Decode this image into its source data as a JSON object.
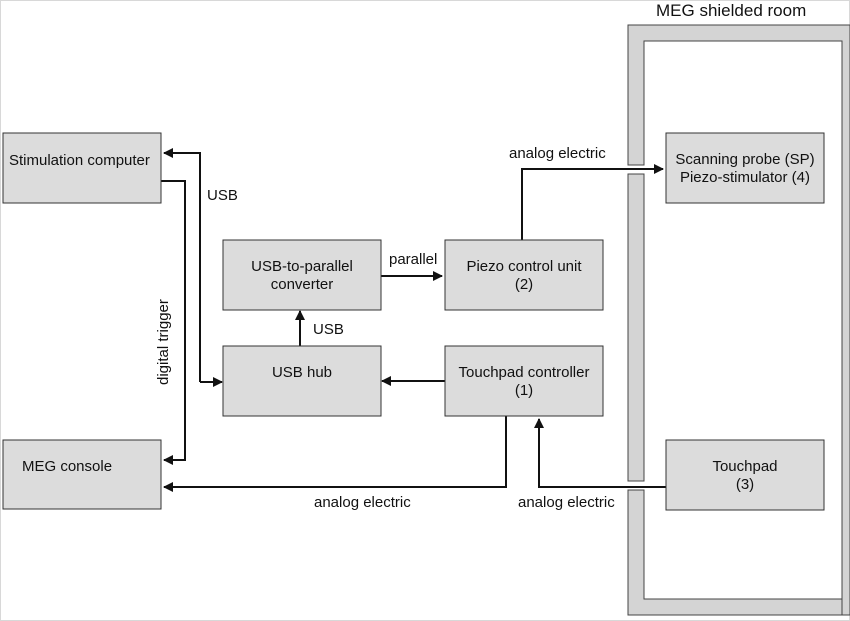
{
  "room": {
    "title": "MEG shielded room"
  },
  "boxes": {
    "stimulation_computer": [
      "Stimulation computer"
    ],
    "meg_console": [
      "MEG console"
    ],
    "usb_parallel_converter": [
      "USB-to-parallel",
      "converter"
    ],
    "usb_hub": [
      "USB hub"
    ],
    "piezo_control_unit": [
      "Piezo control unit",
      "(2)"
    ],
    "touchpad_controller": [
      "Touchpad controller",
      "(1)"
    ],
    "scanning_probe": [
      "Scanning probe (SP)",
      "Piezo-stimulator (4)"
    ],
    "touchpad": [
      "Touchpad",
      "(3)"
    ]
  },
  "labels": {
    "usb_top": "USB",
    "usb_mid": "USB",
    "parallel": "parallel",
    "digital_trigger": "digital trigger",
    "analog_electric_top": "analog electric",
    "analog_electric_bottom_left": "analog electric",
    "analog_electric_bottom_right": "analog electric"
  }
}
